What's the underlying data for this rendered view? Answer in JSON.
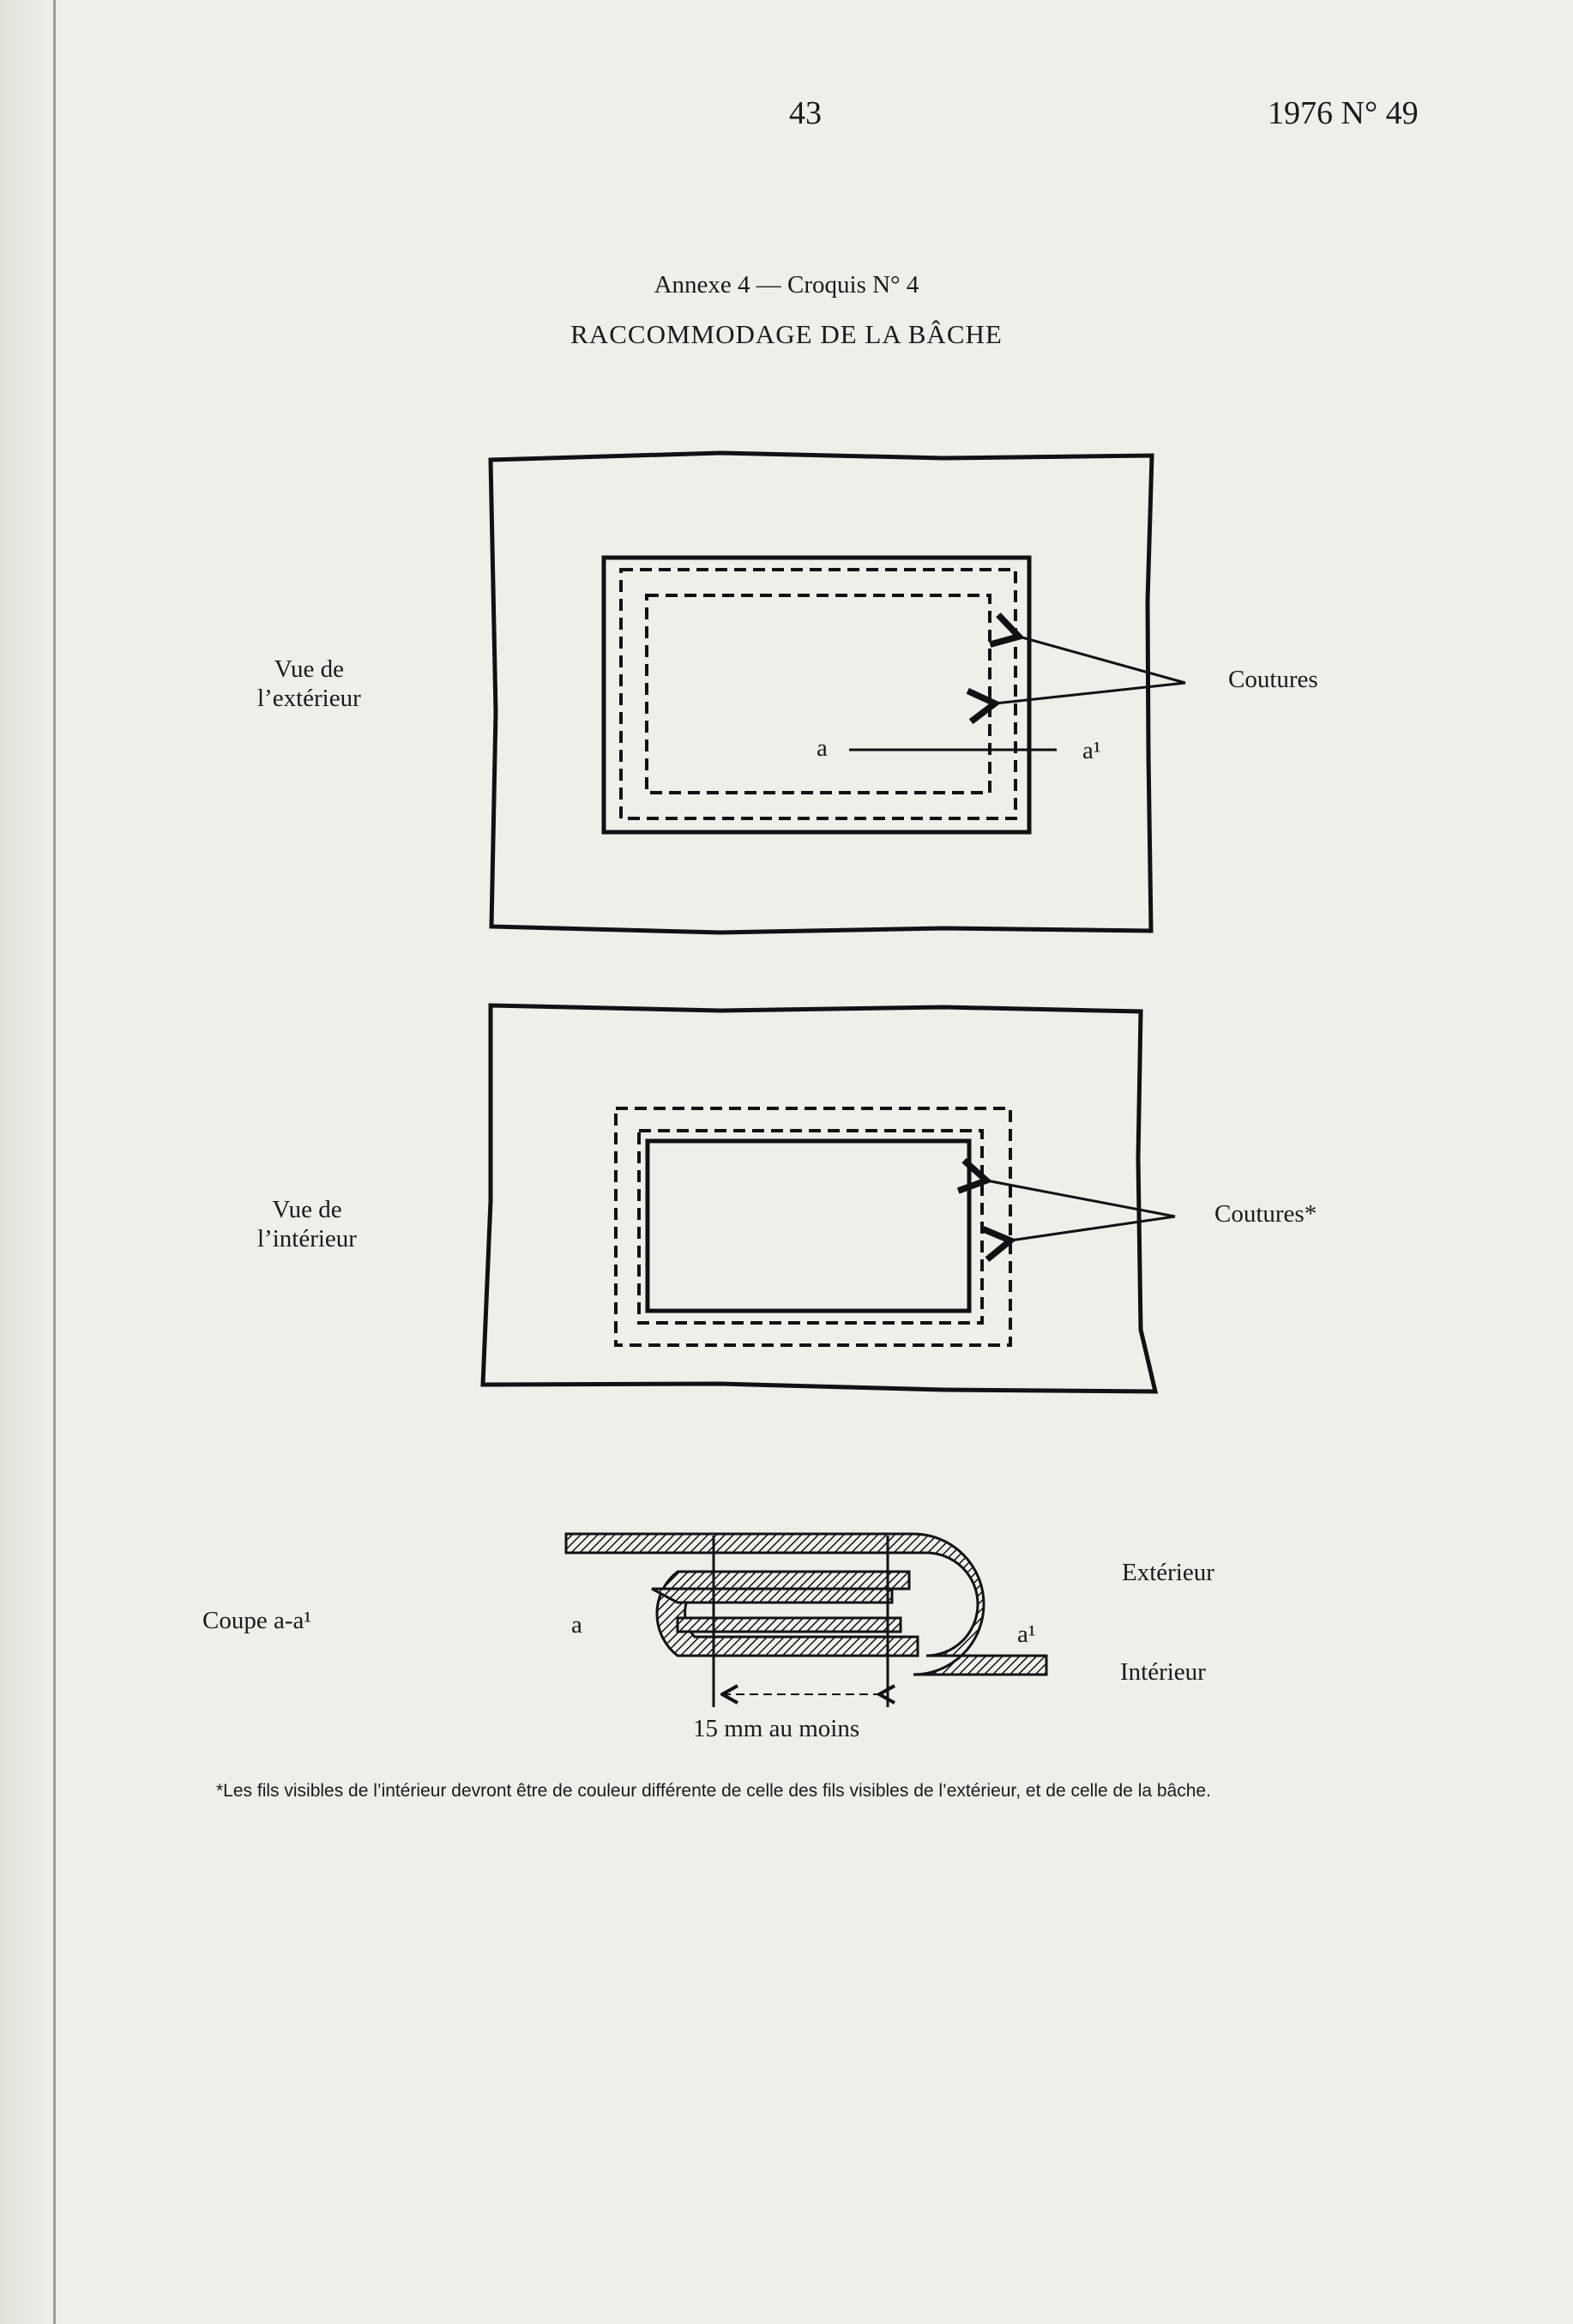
{
  "header": {
    "page_number": "43",
    "year_issue": "1976 N° 49"
  },
  "figure": {
    "annex": "Annexe 4 — Croquis N° 4",
    "title": "RACCOMMODAGE DE LA BÂCHE",
    "view_outside": "Vue de\nl’extérieur",
    "view_inside": "Vue de\nl’intérieur",
    "seams_outside": "Coutures",
    "seams_inside": "Coutures*",
    "section_a": "a",
    "section_a1": "a¹",
    "section_label": "Coupe a-a¹",
    "exterior_label": "Extérieur",
    "interior_label": "Intérieur",
    "dimension_label": "15 mm au moins"
  },
  "footnote": "*Les fils visibles de l’intérieur devront être de couleur différente de celle des fils visibles de l’extérieur, et de celle de la bâche."
}
